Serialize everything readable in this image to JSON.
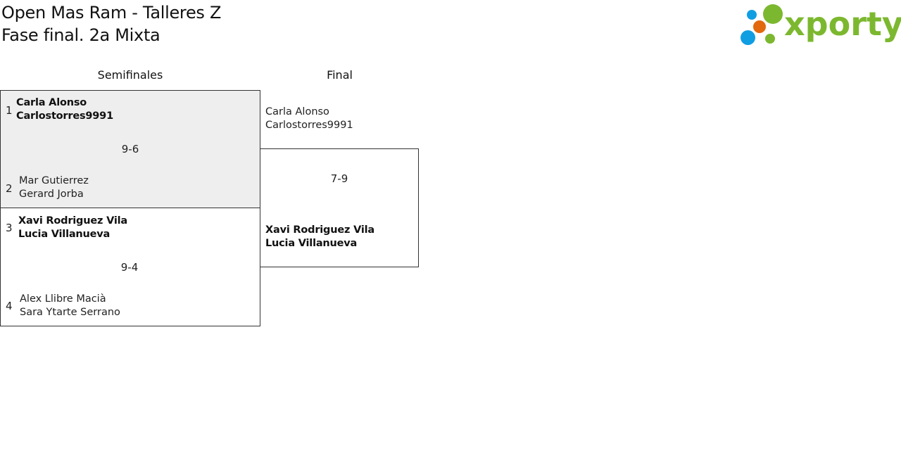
{
  "header": {
    "title_line1": "Open Mas Ram - Talleres Z",
    "title_line2": "Fase final. 2a Mixta"
  },
  "logo": {
    "text": "xporty",
    "colors": {
      "green": "#7cb82f",
      "blue": "#109ee3",
      "orange": "#e2690e"
    }
  },
  "rounds": [
    {
      "label": "Semifinales",
      "matches": [
        {
          "score": "9-6",
          "highlighted": true,
          "team1": {
            "seed": "1",
            "players": [
              "Carla Alonso",
              "Carlostorres9991"
            ],
            "winner": true
          },
          "team2": {
            "seed": "2",
            "players": [
              "Mar Gutierrez",
              "Gerard Jorba"
            ],
            "winner": false
          }
        },
        {
          "score": "9-4",
          "highlighted": false,
          "team1": {
            "seed": "3",
            "players": [
              "Xavi Rodriguez Vila",
              "Lucia Villanueva"
            ],
            "winner": true
          },
          "team2": {
            "seed": "4",
            "players": [
              "Alex Llibre Macià",
              "Sara Ytarte Serrano"
            ],
            "winner": false
          }
        }
      ]
    },
    {
      "label": "Final",
      "matches": [
        {
          "score": "7-9",
          "team1": {
            "players": [
              "Carla Alonso",
              "Carlostorres9991"
            ],
            "winner": false
          },
          "team2": {
            "players": [
              "Xavi Rodriguez Vila",
              "Lucia Villanueva"
            ],
            "winner": true
          }
        }
      ]
    }
  ]
}
